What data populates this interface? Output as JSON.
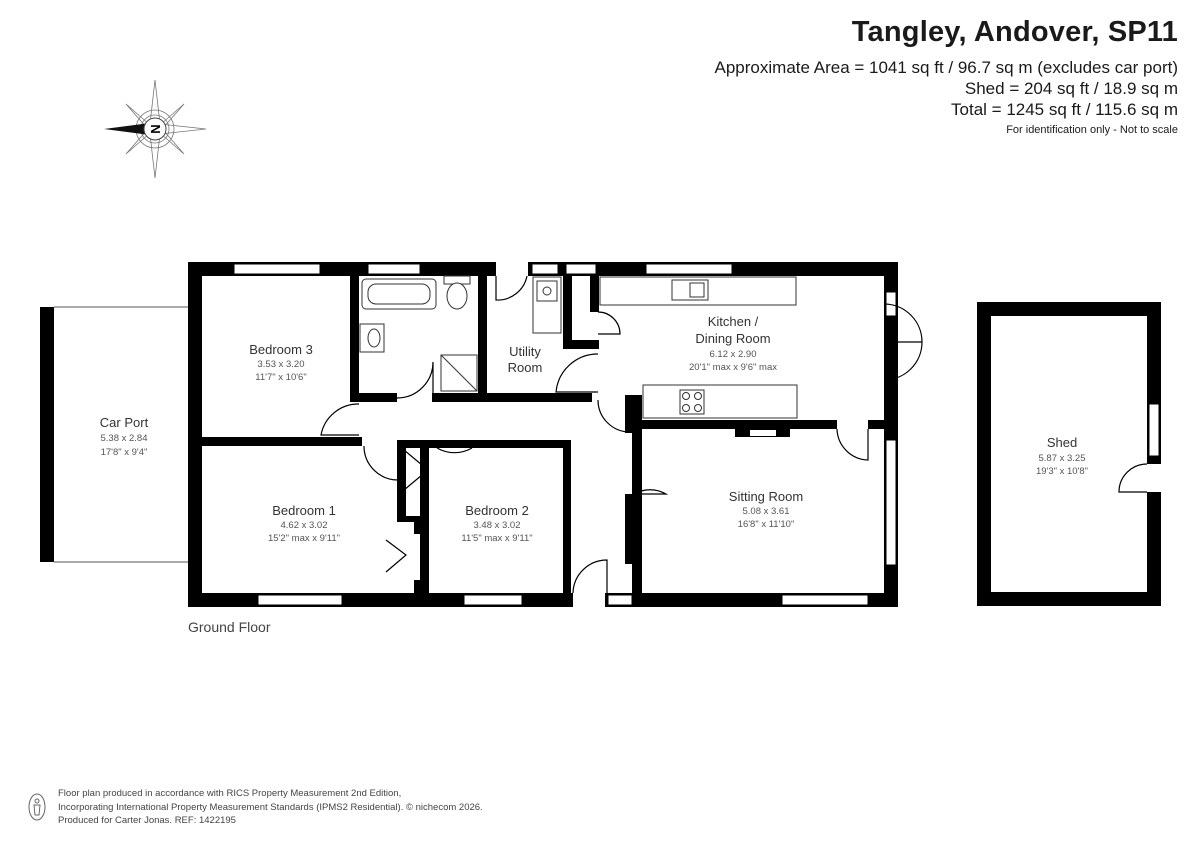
{
  "header": {
    "title": "Tangley, Andover, SP11",
    "area_line": "Approximate Area = 1041 sq ft / 96.7 sq m (excludes car port)",
    "shed_line": "Shed = 204 sq ft / 18.9 sq m",
    "total_line": "Total = 1245 sq ft / 115.6 sq m",
    "note": "For identification only - Not to scale"
  },
  "compass": {
    "letter": "N"
  },
  "rooms": {
    "car_port": {
      "name": "Car Port",
      "metric": "5.38 x 2.84",
      "imperial": "17'8\" x 9'4\""
    },
    "bedroom3": {
      "name": "Bedroom 3",
      "metric": "3.53 x 3.20",
      "imperial": "11'7\" x 10'6\""
    },
    "utility": {
      "name_line1": "Utility",
      "name_line2": "Room"
    },
    "kitchen": {
      "name_line1": "Kitchen /",
      "name_line2": "Dining Room",
      "metric": "6.12 x 2.90",
      "imperial": "20'1\" max x 9'6\" max"
    },
    "bedroom1": {
      "name": "Bedroom 1",
      "metric": "4.62 x 3.02",
      "imperial": "15'2\" max x 9'11\""
    },
    "bedroom2": {
      "name": "Bedroom 2",
      "metric": "3.48 x 3.02",
      "imperial": "11'5\" max x 9'11\""
    },
    "sitting": {
      "name": "Sitting Room",
      "metric": "5.08 x 3.61",
      "imperial": "16'8\" x 11'10\""
    },
    "shed": {
      "name": "Shed",
      "metric": "5.87 x 3.25",
      "imperial": "19'3\" x 10'8\""
    }
  },
  "floor_label": "Ground Floor",
  "footer": {
    "line1": "Floor plan produced in accordance with RICS Property Measurement 2nd Edition,",
    "line2": "Incorporating International Property Measurement Standards (IPMS2 Residential).  © nichecom 2026.",
    "line3": "Produced for Carter Jonas.   REF: 1422195"
  },
  "colors": {
    "wall": "#000000",
    "fixture": "#333333",
    "text": "#1a1a1a"
  }
}
